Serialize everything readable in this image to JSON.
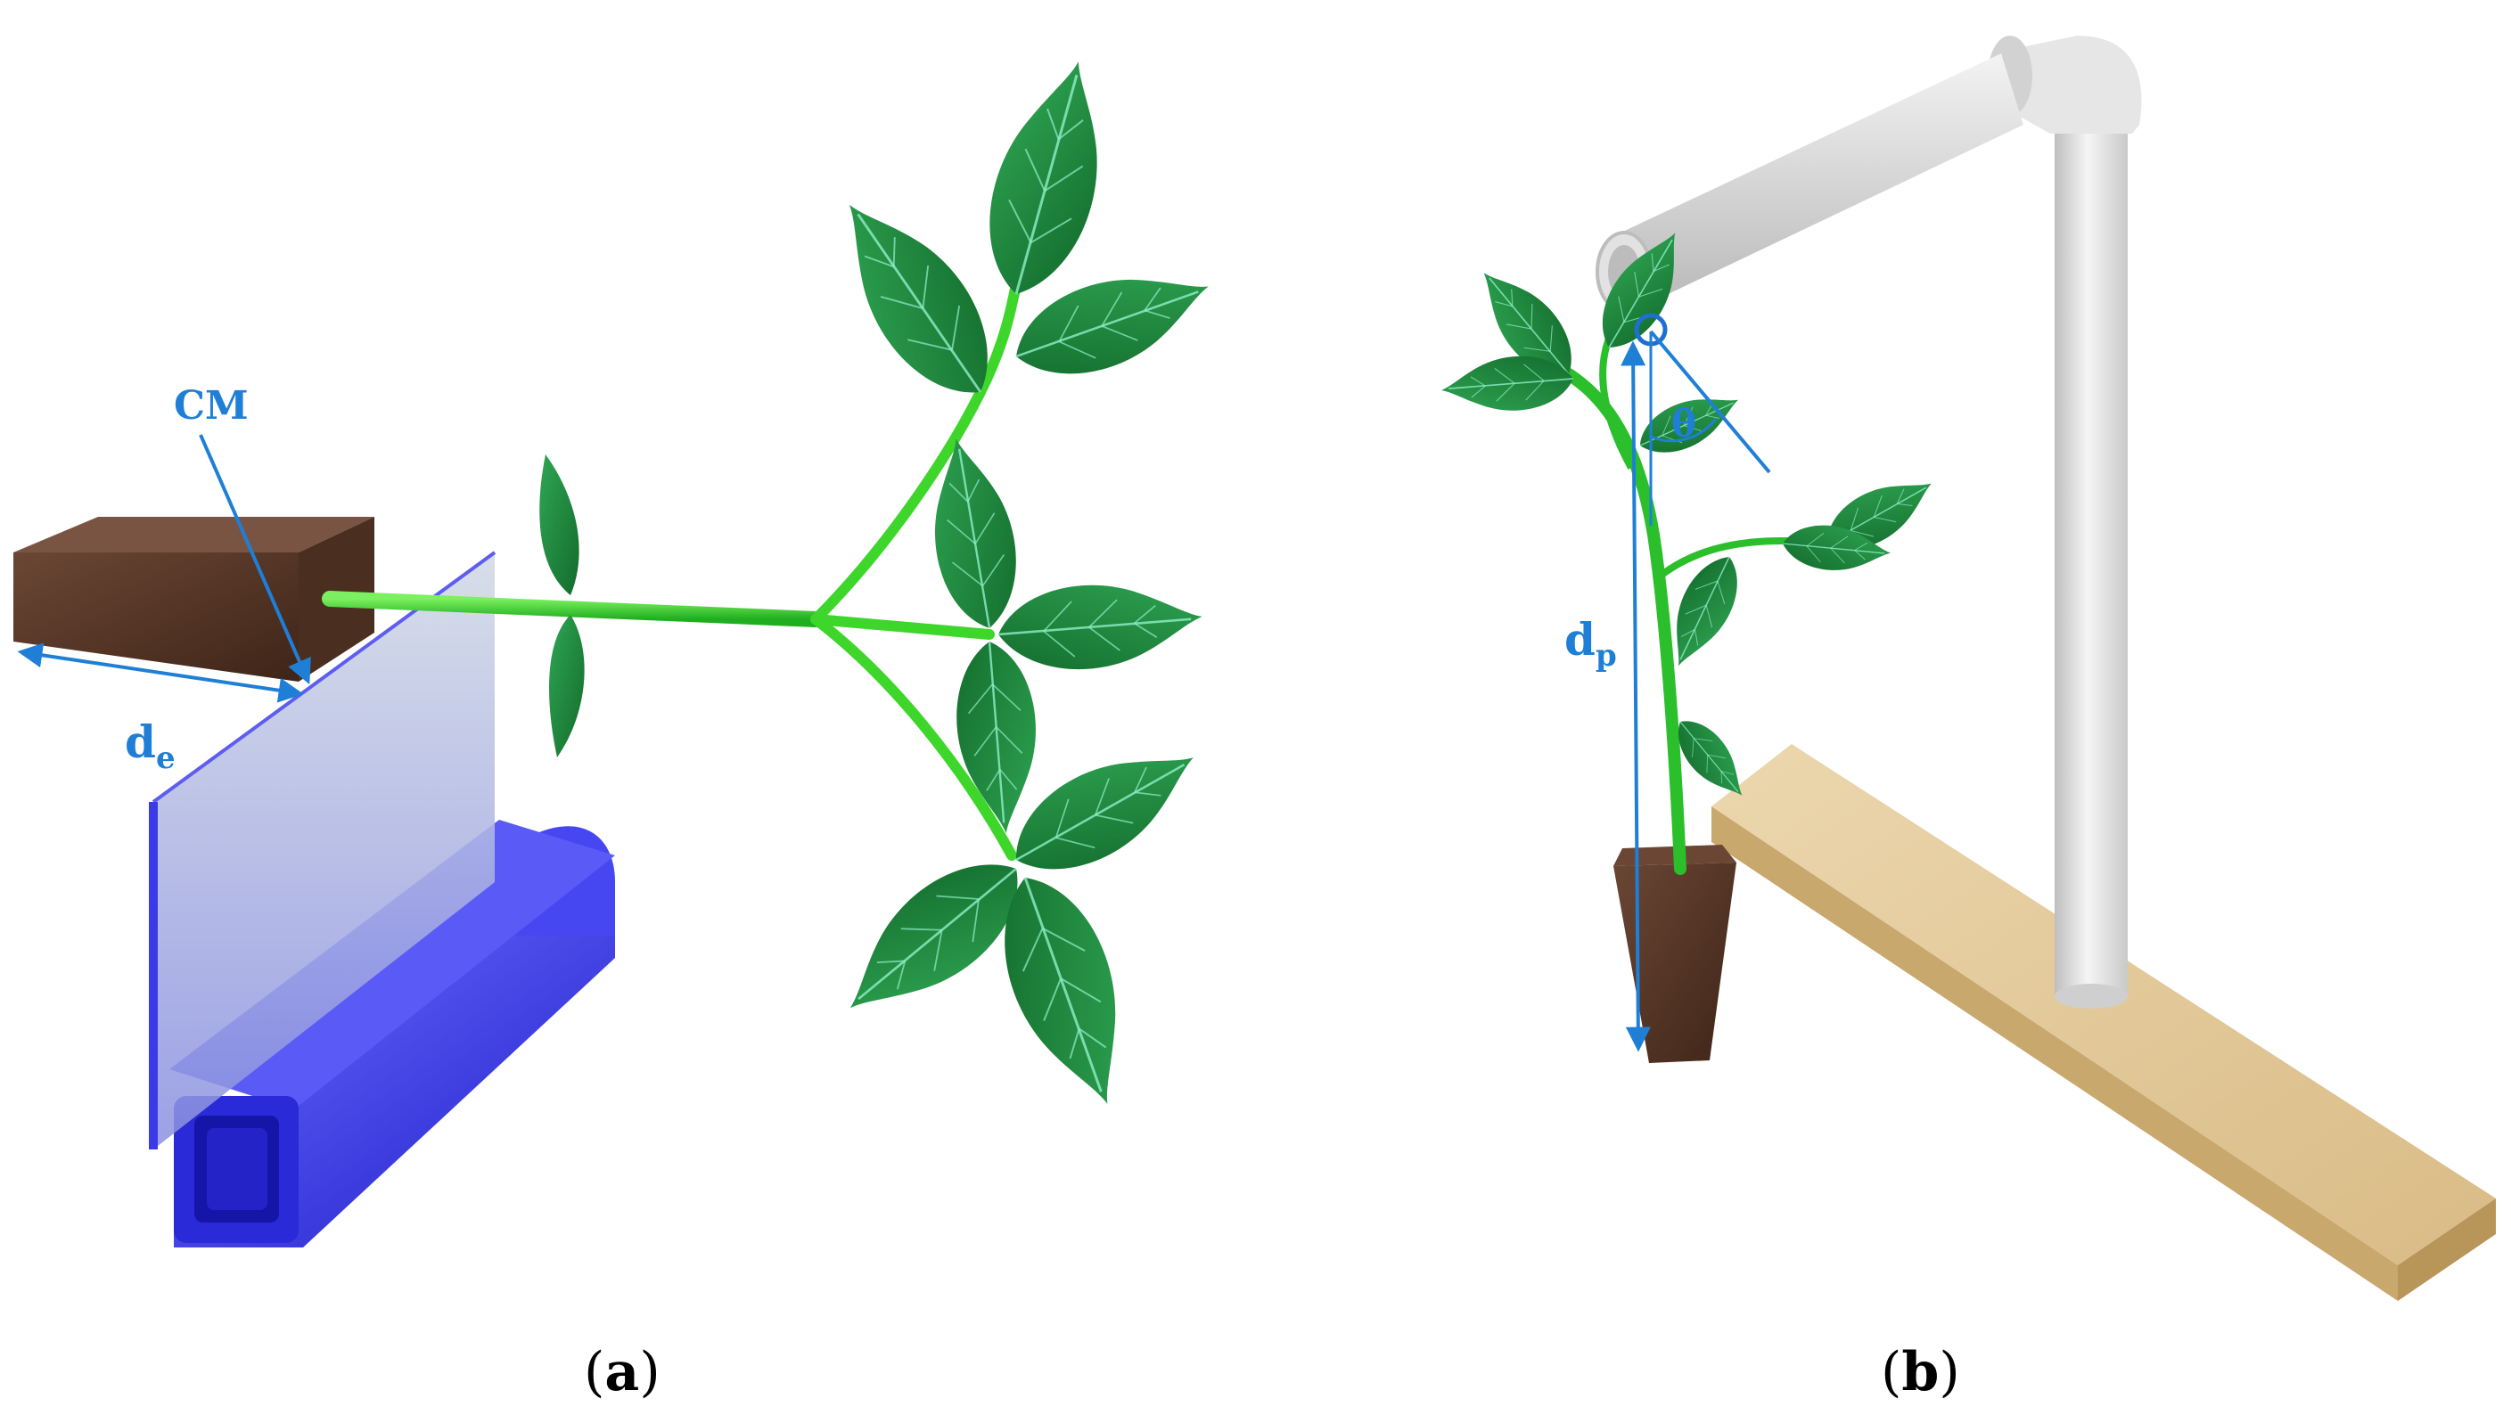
{
  "panel_a": {
    "label_cm": "CM",
    "label_de_main": "d",
    "label_de_sub": "e",
    "caption_open": "(",
    "caption_letter": "a",
    "caption_close": ")"
  },
  "panel_b": {
    "label_theta": "θ",
    "label_dp_main": "d",
    "label_dp_sub": "p",
    "caption_open": "(",
    "caption_letter": "b",
    "caption_close": ")"
  },
  "colors": {
    "annotation_blue": "#1f7fd6",
    "leaf_green": "#1e8a3c",
    "stem_green": "#35d62a",
    "holder_blue": "#3a3ae8",
    "block_brown": "#5a3a2a",
    "pipe_white": "#e4e4e4",
    "board_wood": "#e2c89a"
  },
  "icons": [
    "leaf-icon",
    "arrow-icon"
  ]
}
